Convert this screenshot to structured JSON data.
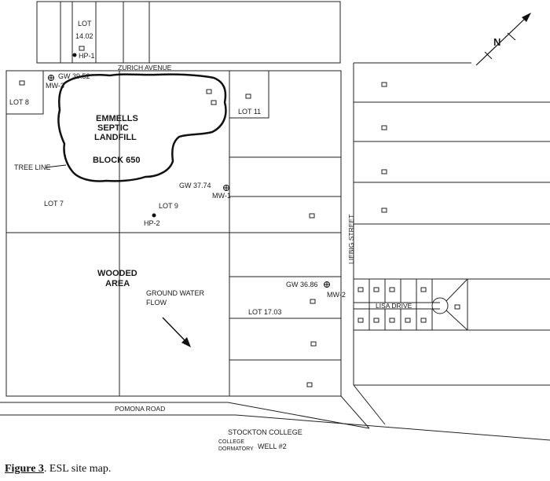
{
  "labels": {
    "lot_1402_a": "LOT",
    "lot_1402_b": "14.02",
    "hp1": "HP-1",
    "zurich_avenue": "ZURICH AVENUE",
    "gw_3952": "GW 39.52",
    "mw3": "MW-3",
    "lot8": "LOT 8",
    "landfill_1": "EMMELLS",
    "landfill_2": "SEPTIC",
    "landfill_3": "LANDFILL",
    "block650": "BLOCK 650",
    "tree_line": "TREE LINE",
    "lot11": "LOT 11",
    "gw_3774": "GW 37.74",
    "mw1": "MW-1",
    "lot7": "LOT 7",
    "lot9": "LOT 9",
    "hp2": "HP-2",
    "liebig_street": "LIEBIG STREET",
    "wooded_1": "WOODED",
    "wooded_2": "AREA",
    "gwflow_1": "GROUND WATER",
    "gwflow_2": "FLOW",
    "gw_3686": "GW 36.86",
    "mw2": "MW-2",
    "lisa_drive": "LISA DRIVE",
    "lot1703": "LOT 17.03",
    "pomona_road": "POMONA ROAD",
    "stockton_college": "STOCKTON COLLEGE",
    "dorm_1": "COLLEGE",
    "dorm_2": "DORMATORY",
    "well2": "WELL #2",
    "north": "N"
  },
  "caption": {
    "figure": "Figure 3",
    "text": ".  ESL site map."
  }
}
